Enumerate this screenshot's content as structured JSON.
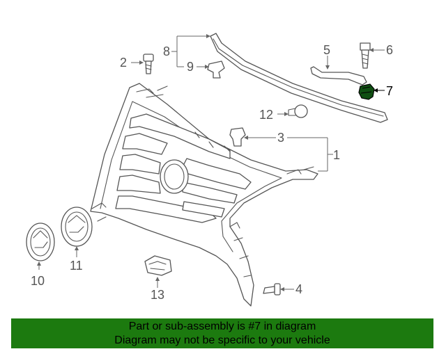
{
  "diagram": {
    "callouts": [
      {
        "id": "1",
        "label": "1"
      },
      {
        "id": "2",
        "label": "2"
      },
      {
        "id": "3",
        "label": "3"
      },
      {
        "id": "4",
        "label": "4"
      },
      {
        "id": "5",
        "label": "5"
      },
      {
        "id": "6",
        "label": "6"
      },
      {
        "id": "7",
        "label": "7"
      },
      {
        "id": "8",
        "label": "8"
      },
      {
        "id": "9",
        "label": "9"
      },
      {
        "id": "10",
        "label": "10"
      },
      {
        "id": "11",
        "label": "11"
      },
      {
        "id": "12",
        "label": "12"
      },
      {
        "id": "13",
        "label": "13"
      }
    ],
    "highlighted_part": "7",
    "highlight_color": "#000000",
    "line_color": "#555555"
  },
  "banner": {
    "line1": "Part or sub-assembly is #7 in diagram",
    "line2": "Diagram may not be specific to your vehicle",
    "background_color": "#1c7a0f"
  }
}
